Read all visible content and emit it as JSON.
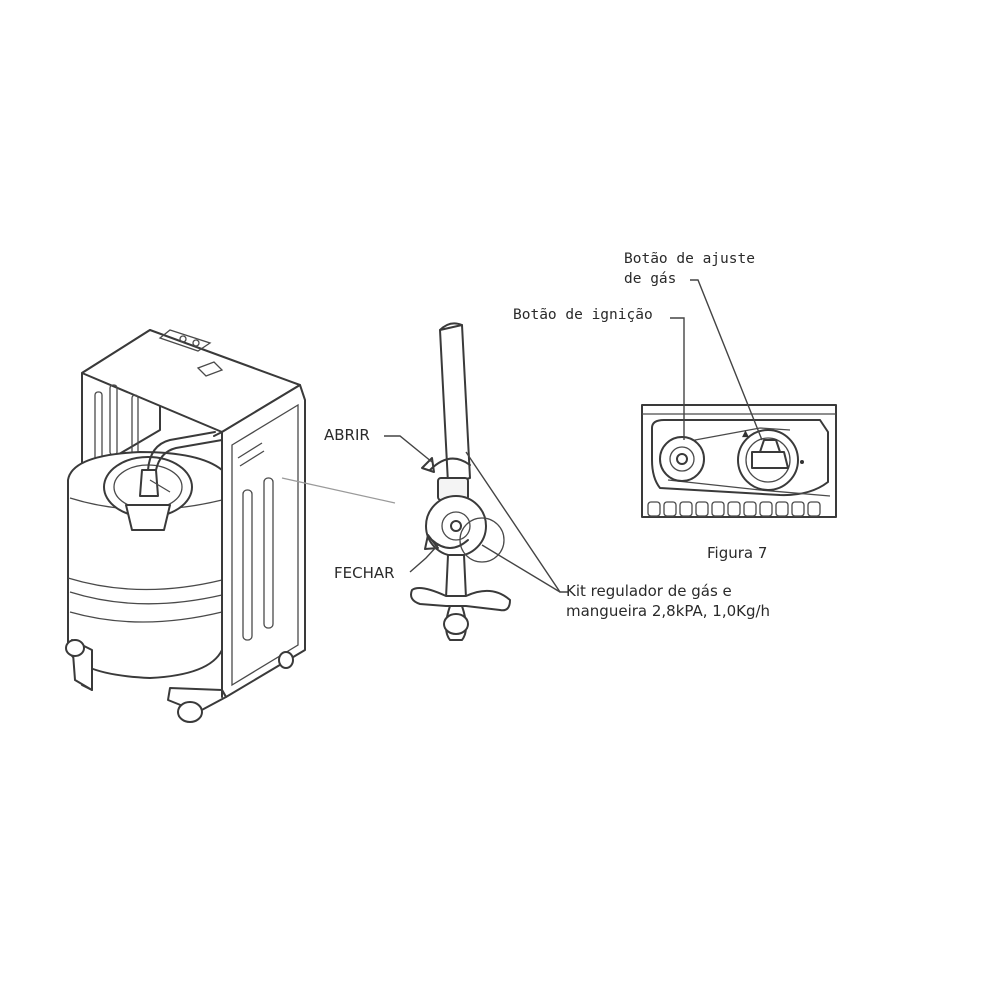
{
  "labels": {
    "gas_adjust_line1": "Botão de ajuste",
    "gas_adjust_line2": "de gás",
    "ignition": "Botão de ignição",
    "open": "ABRIR",
    "close": "FECHAR",
    "figure": "Figura 7",
    "kit_line1": "Kit regulador de gás e",
    "kit_line2": "mangueira 2,8kPA, 1,0Kg/h"
  },
  "icons": [
    "heater-drawing",
    "gas-cylinder-drawing",
    "regulator-valve-drawing",
    "control-panel-drawing",
    "rotation-arrow-icon",
    "ignition-knob-icon",
    "gas-adjust-knob-icon"
  ]
}
